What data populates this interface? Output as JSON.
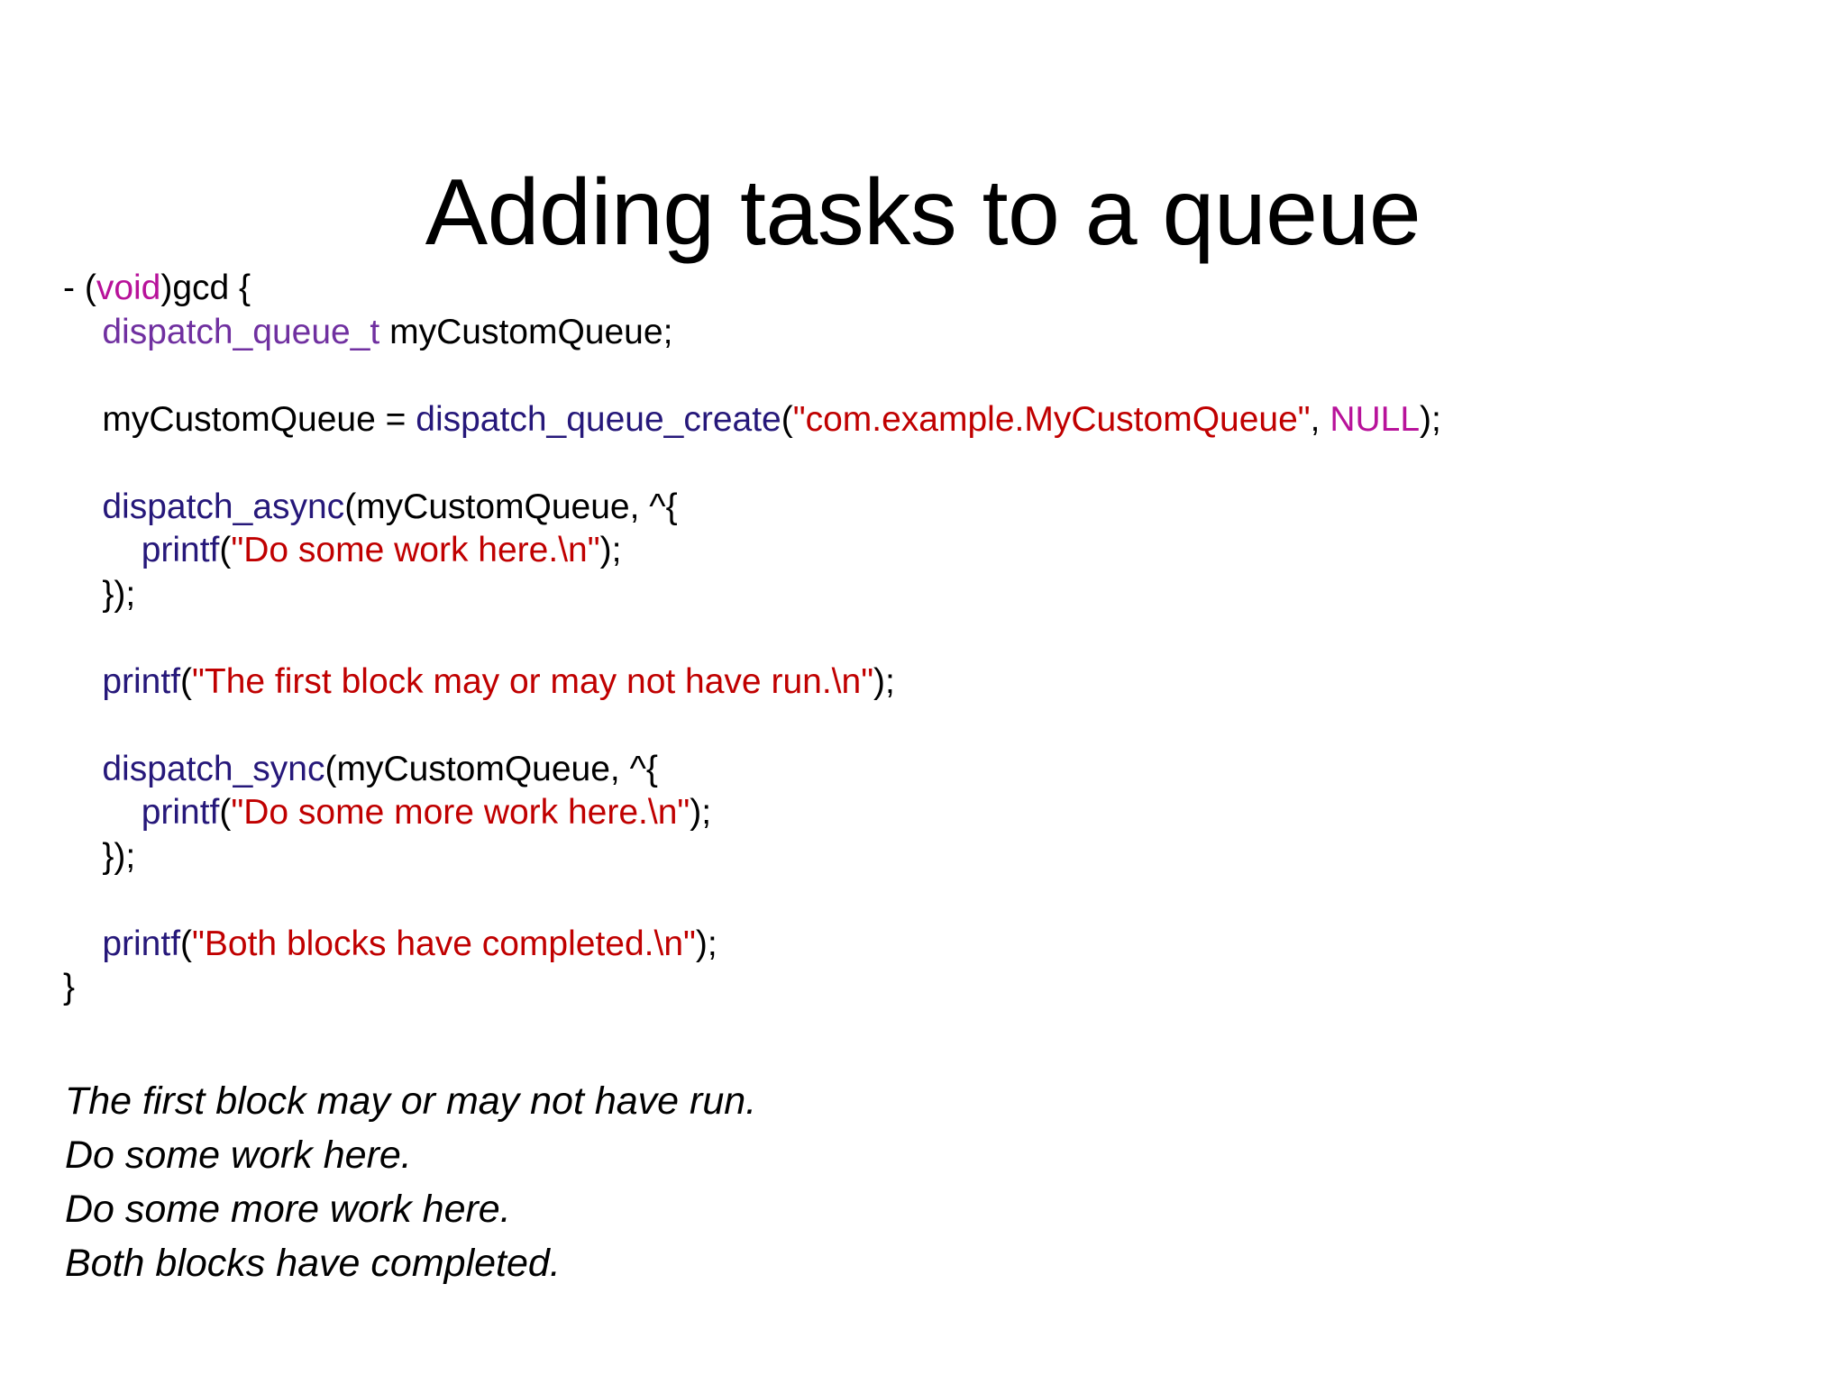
{
  "slide": {
    "title": "Adding tasks to a queue",
    "background_color": "#FFFFFF"
  },
  "palette": {
    "plain": "#000000",
    "keyword": "#B8129A",
    "type": "#7030A0",
    "function": "#26187A",
    "string": "#C00000"
  },
  "code": {
    "language": "objective-c",
    "lines": [
      {
        "id": "line-1",
        "indent": 0,
        "tokens": [
          {
            "text": "- (",
            "kind": "plain"
          },
          {
            "text": "void",
            "kind": "keyword"
          },
          {
            "text": ")gcd {",
            "kind": "plain"
          }
        ]
      },
      {
        "id": "line-2",
        "indent": 1,
        "tokens": [
          {
            "text": "dispatch_queue_t",
            "kind": "type"
          },
          {
            "text": " myCustomQueue;",
            "kind": "plain"
          }
        ]
      },
      {
        "id": "line-3",
        "indent": 0,
        "blank": true,
        "tokens": []
      },
      {
        "id": "line-4",
        "indent": 1,
        "tokens": [
          {
            "text": "myCustomQueue = ",
            "kind": "plain"
          },
          {
            "text": "dispatch_queue_create",
            "kind": "function"
          },
          {
            "text": "(",
            "kind": "plain"
          },
          {
            "text": "\"com.example.MyCustomQueue\"",
            "kind": "string"
          },
          {
            "text": ", ",
            "kind": "plain"
          },
          {
            "text": "NULL",
            "kind": "keyword"
          },
          {
            "text": ");",
            "kind": "plain"
          }
        ]
      },
      {
        "id": "line-5",
        "indent": 0,
        "blank": true,
        "tokens": []
      },
      {
        "id": "line-6",
        "indent": 1,
        "tokens": [
          {
            "text": "dispatch_async",
            "kind": "function"
          },
          {
            "text": "(myCustomQueue, ^{",
            "kind": "plain"
          }
        ]
      },
      {
        "id": "line-7",
        "indent": 2,
        "tokens": [
          {
            "text": "printf",
            "kind": "function"
          },
          {
            "text": "(",
            "kind": "plain"
          },
          {
            "text": "\"Do some work here.\\n\"",
            "kind": "string"
          },
          {
            "text": ");",
            "kind": "plain"
          }
        ]
      },
      {
        "id": "line-8",
        "indent": 1,
        "tokens": [
          {
            "text": "});",
            "kind": "plain"
          }
        ]
      },
      {
        "id": "line-9",
        "indent": 0,
        "blank": true,
        "tokens": []
      },
      {
        "id": "line-10",
        "indent": 1,
        "tokens": [
          {
            "text": "printf",
            "kind": "function"
          },
          {
            "text": "(",
            "kind": "plain"
          },
          {
            "text": "\"The first block may or may not have run.\\n\"",
            "kind": "string"
          },
          {
            "text": ");",
            "kind": "plain"
          }
        ]
      },
      {
        "id": "line-11",
        "indent": 0,
        "blank": true,
        "tokens": []
      },
      {
        "id": "line-12",
        "indent": 1,
        "tokens": [
          {
            "text": "dispatch_sync",
            "kind": "function"
          },
          {
            "text": "(myCustomQueue, ^{",
            "kind": "plain"
          }
        ]
      },
      {
        "id": "line-13",
        "indent": 2,
        "tokens": [
          {
            "text": "printf",
            "kind": "function"
          },
          {
            "text": "(",
            "kind": "plain"
          },
          {
            "text": "\"Do some more work here.\\n\"",
            "kind": "string"
          },
          {
            "text": ");",
            "kind": "plain"
          }
        ]
      },
      {
        "id": "line-14",
        "indent": 1,
        "tokens": [
          {
            "text": "});",
            "kind": "plain"
          }
        ]
      },
      {
        "id": "line-15",
        "indent": 0,
        "blank": true,
        "tokens": []
      },
      {
        "id": "line-16",
        "indent": 1,
        "tokens": [
          {
            "text": "printf",
            "kind": "function"
          },
          {
            "text": "(",
            "kind": "plain"
          },
          {
            "text": "\"Both blocks have completed.\\n\"",
            "kind": "string"
          },
          {
            "text": ");",
            "kind": "plain"
          }
        ]
      },
      {
        "id": "line-17",
        "indent": 0,
        "tokens": [
          {
            "text": "}",
            "kind": "plain"
          }
        ]
      }
    ]
  },
  "output": {
    "lines": [
      "The first block may or may not have run.",
      "Do some work here.",
      "Do some more work here.",
      "Both blocks have completed."
    ]
  }
}
